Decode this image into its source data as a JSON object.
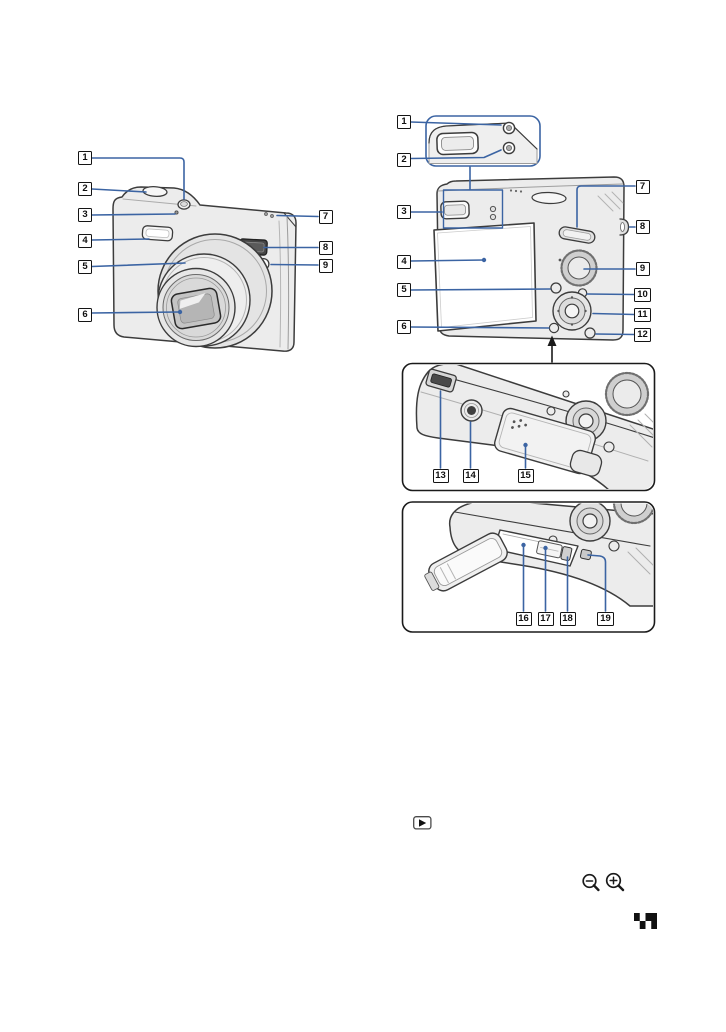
{
  "page": {
    "background": "#ffffff",
    "kind": "camera-parts-identification-diagrams"
  },
  "colors": {
    "leader_blue": "#3b64a3",
    "art_outline": "#3c3c3c",
    "label_border": "#141414",
    "icon_black": "#111111"
  },
  "diagrams": {
    "front": {
      "name": "camera-front-view",
      "callouts": [
        "1",
        "2",
        "3",
        "4",
        "5",
        "6",
        "7",
        "8",
        "9"
      ]
    },
    "back": {
      "name": "camera-back-view",
      "callouts": [
        "1",
        "2",
        "3",
        "4",
        "5",
        "6",
        "7",
        "8",
        "9",
        "10",
        "11",
        "12"
      ]
    },
    "bottom": {
      "name": "camera-bottom-view",
      "callouts": [
        "13",
        "14",
        "15"
      ]
    },
    "battery_slot": {
      "name": "battery-memory-card-compartment-view",
      "callouts": [
        "16",
        "17",
        "18",
        "19"
      ]
    }
  },
  "icons": {
    "playback": {
      "name": "playback-icon",
      "glyph": "boxed right-pointing triangle"
    },
    "zoom_out": {
      "name": "zoom-out-icon",
      "glyph": "magnifier with minus"
    },
    "zoom_in": {
      "name": "zoom-in-icon",
      "glyph": "magnifier with plus"
    },
    "index": {
      "name": "index-icon",
      "glyph": "checkerboard thumbnail grid"
    }
  }
}
